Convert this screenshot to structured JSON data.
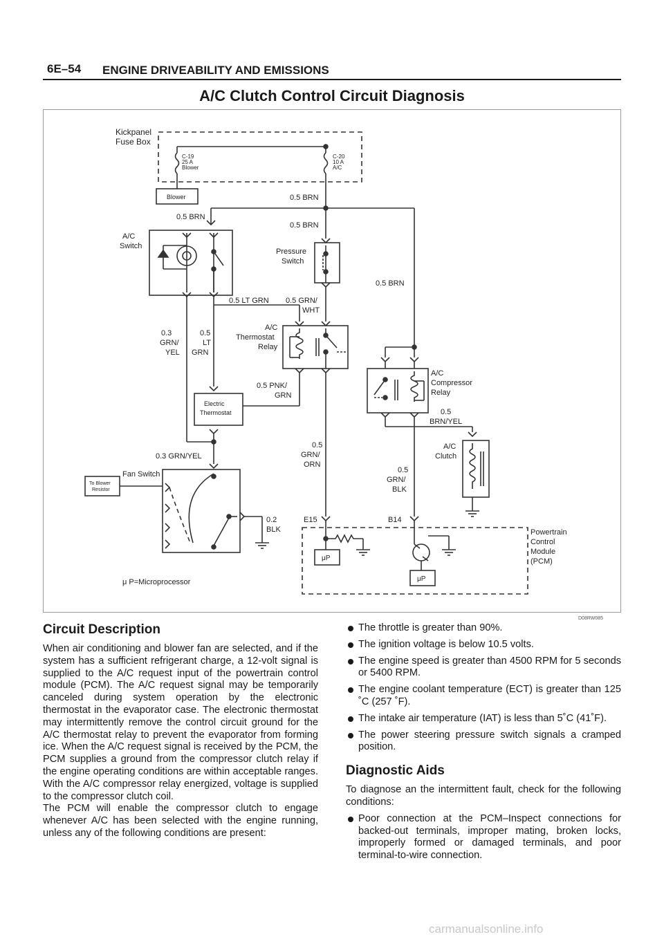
{
  "header": {
    "page_number": "6E–54",
    "section_title": "ENGINE DRIVEABILITY AND EMISSIONS"
  },
  "page_title": "A/C Clutch Control Circuit Diagnosis",
  "figure": {
    "id": "D08RW085",
    "labels": {
      "fuse_box": [
        "Kickpanel",
        "Fuse Box"
      ],
      "fuse_c19": [
        "C-19",
        "25 A",
        "Blower"
      ],
      "fuse_c20": [
        "C-20",
        "10 A",
        "A/C"
      ],
      "blower": "Blower",
      "ac_switch": [
        "A/C",
        "Switch"
      ],
      "pressure_switch": [
        "Pressure",
        "Switch"
      ],
      "thermostat_relay": [
        "A/C",
        "Thermostat",
        "Relay"
      ],
      "compressor_relay": [
        "A/C",
        "Compressor",
        "Relay"
      ],
      "electric_thermostat": [
        "Electric",
        "Thermostat"
      ],
      "fan_switch": "Fan Switch",
      "to_blower_resistor": [
        "To Blower",
        "Resistor"
      ],
      "ac_clutch": [
        "A/C",
        "Clutch"
      ],
      "pcm": [
        "Powertrain",
        "Control",
        "Module",
        "(PCM)"
      ],
      "micro": "μP",
      "micro_legend": "μ P=Microprocessor",
      "w_brn_top": "0.5 BRN",
      "w_brn_switch": "0.5 BRN",
      "w_brn_pressure": "0.5 BRN",
      "w_brn_right": "0.5 BRN",
      "w_lt_grn": "0.5 LT GRN",
      "w_grn_wht": [
        "0.5 GRN/",
        "WHT"
      ],
      "w_grn_yel_v": [
        "0.3",
        "GRN/",
        "YEL"
      ],
      "w_lt_grn_v": [
        "0.5",
        "LT",
        "GRN"
      ],
      "w_pnk_grn": [
        "0.5 PNK/",
        "GRN"
      ],
      "w_grn_yel_h": "0.3 GRN/YEL",
      "w_grn_orn": [
        "0.5",
        "GRN/",
        "ORN"
      ],
      "w_grn_blk": [
        "0.5",
        "GRN/",
        "BLK"
      ],
      "w_brn_yel": [
        "0.5",
        "BRN/YEL"
      ],
      "w_blk": [
        "0.2",
        "BLK"
      ],
      "pin_e15": "E15",
      "pin_b14": "B14"
    }
  },
  "circuit_description": {
    "heading": "Circuit Description",
    "para1": "When air conditioning and blower fan are selected, and if the system has a sufficient refrigerant charge, a 12-volt signal is supplied to the A/C request input of the powertrain control module (PCM). The A/C request signal may be temporarily canceled during system operation by the electronic thermostat in the evaporator case. The electronic thermostat may intermittently remove the control circuit ground for the A/C thermostat relay to prevent the evaporator from forming ice. When the A/C request signal is received by the PCM, the PCM supplies a ground from the compressor clutch relay if the engine operating conditions are within acceptable ranges. With the A/C compressor relay energized, voltage is supplied to the compressor clutch coil.",
    "para2": "The PCM will enable the compressor clutch to engage whenever A/C has been selected with the engine running, unless any of the following conditions are present:",
    "conditions": [
      "The throttle is greater than 90%.",
      "The ignition voltage is below 10.5 volts.",
      "The engine speed is greater than 4500 RPM for 5 seconds or 5400 RPM.",
      "The engine coolant temperature (ECT) is greater than 125 ˚C (257 ˚F).",
      "The intake air temperature (IAT) is less than 5˚C (41˚F).",
      "The power steering pressure switch signals a cramped position."
    ]
  },
  "diagnostic_aids": {
    "heading": "Diagnostic Aids",
    "intro": "To diagnose an the intermittent fault, check for the following conditions:",
    "items": [
      "Poor connection at the PCM–Inspect connections for backed-out terminals, improper mating, broken locks, improperly formed or damaged terminals, and poor terminal-to-wire connection."
    ]
  },
  "watermark": "carmanualsonline.info"
}
